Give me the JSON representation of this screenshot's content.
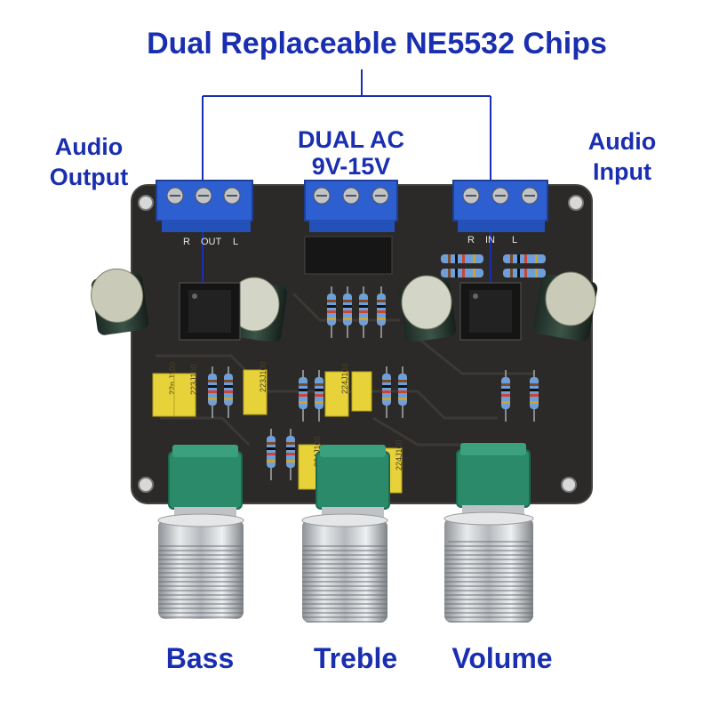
{
  "labels": {
    "title": "Dual Replaceable NE5532 Chips",
    "audio_output": [
      "Audio",
      "Output"
    ],
    "audio_input": [
      "Audio",
      "Input"
    ],
    "dual_ac": [
      "DUAL AC",
      "9V-15V"
    ],
    "knobs": {
      "bass": "Bass",
      "treble": "Treble",
      "volume": "Volume"
    }
  },
  "silkscreen": {
    "out_block": [
      "R",
      "OUT",
      "L"
    ],
    "in_block": [
      "R",
      "IN",
      "L"
    ],
    "cap_codes": [
      "22n J100",
      "223J100",
      "223J100",
      "224J100",
      "224J100",
      "224J100"
    ]
  },
  "colors": {
    "label_blue": "#1a2fb0",
    "board": "#2c2a28",
    "terminal_blue": "#2e5fd0",
    "pot_green": "#2a8a6a",
    "cap_yellow": "#e8d23a",
    "resistor_blue": "#6f9fd8",
    "knob_silver": "#c9ccd0"
  }
}
